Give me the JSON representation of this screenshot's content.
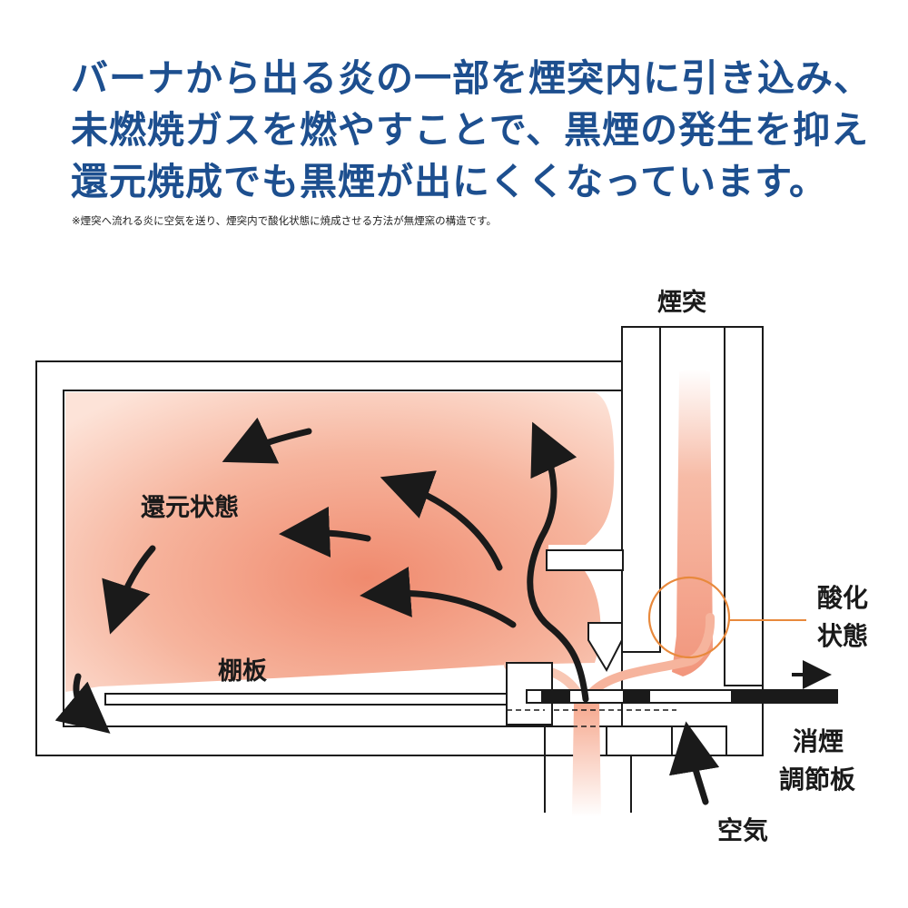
{
  "headline": {
    "line1": "バーナから出る炎の一部を煙突内に引き込み、",
    "line2": "未燃焼ガスを燃やすことで、黒煙の発生を抑え",
    "line3": "還元焼成でも黒煙が出にくくなっています。"
  },
  "note": "※煙突へ流れる炎に空気を送り、煙突内で酸化状態に焼成させる方法が無煙窯の構造です。",
  "labels": {
    "chimney": "煙突",
    "reduction": "還元状態",
    "shelf": "棚板",
    "oxidation_1": "酸化",
    "oxidation_2": "状態",
    "damper_1": "消煙",
    "damper_2": "調節板",
    "air": "空気"
  },
  "colors": {
    "headline": "#1d4f8f",
    "flame": "#f08a6e",
    "flame_light": "#fde3d8",
    "highlight_circle": "#e8893c",
    "outline": "#1a1a1a"
  }
}
